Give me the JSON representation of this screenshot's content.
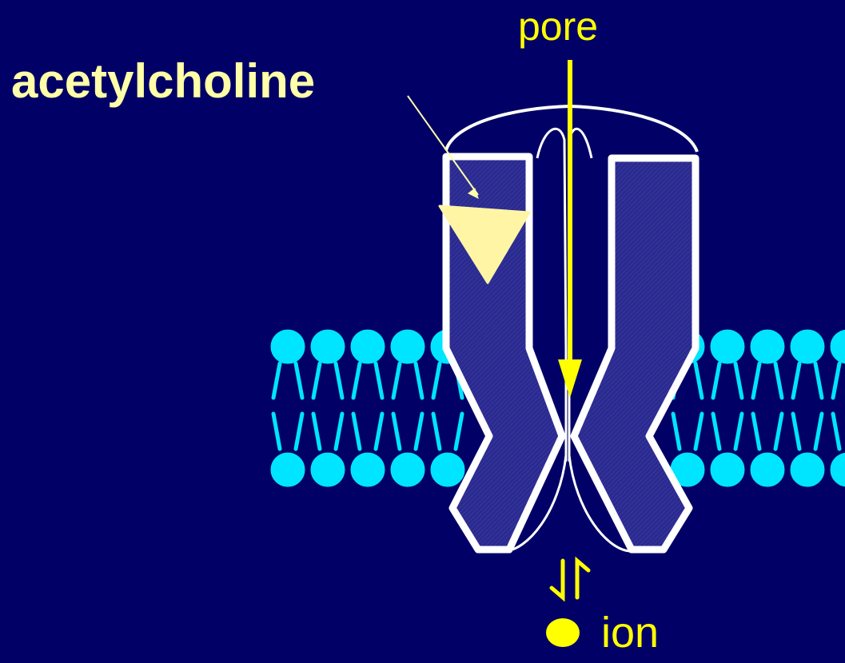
{
  "labels": {
    "acetylcholine": "acetylcholine",
    "pore": "pore",
    "ion": "ion"
  },
  "colors": {
    "background": "#000066",
    "membrane": "#00E5FF",
    "protein_fill": "#2A2A8E",
    "protein_outline": "#FFFFFF",
    "ligand": "#FFF5A5",
    "ion_path": "#FFFF00",
    "callout_line": "#FFFFA8"
  }
}
